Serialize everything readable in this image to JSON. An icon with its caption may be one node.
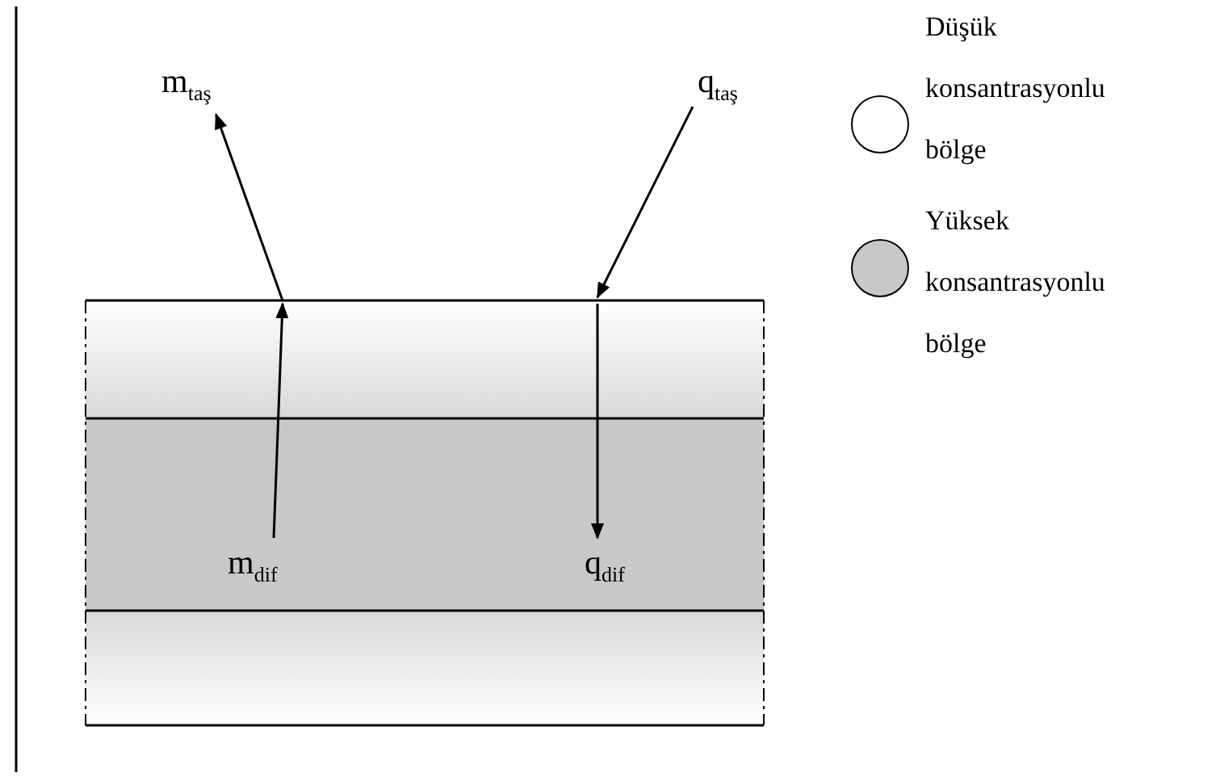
{
  "diagram": {
    "nodes": [
      {
        "text": [
          "m$_{taş}$"
        ]
      },
      {
        "text": [
          "q$_{taş}$"
        ]
      },
      {
        "text": [
          "m$_{dif}$"
        ]
      },
      {
        "text": [
          "q$_{dif}$"
        ]
      }
    ],
    "edges": [
      {
        "from": null,
        "to": 0,
        "arrow": "to"
      },
      {
        "from": 1,
        "to": null,
        "arrow": "to"
      },
      {
        "from": 2,
        "to": null,
        "arrow": "to"
      },
      {
        "from": null,
        "to": 3,
        "arrow": "to"
      }
    ],
    "legend": [
      {
        "text": "Düşük konsantrasyonlu bölge",
        "color": "#ffffff"
      },
      {
        "text": "Yüksek konsantrasyonlu bölge",
        "color": "#c8c8c8"
      }
    ]
  }
}
